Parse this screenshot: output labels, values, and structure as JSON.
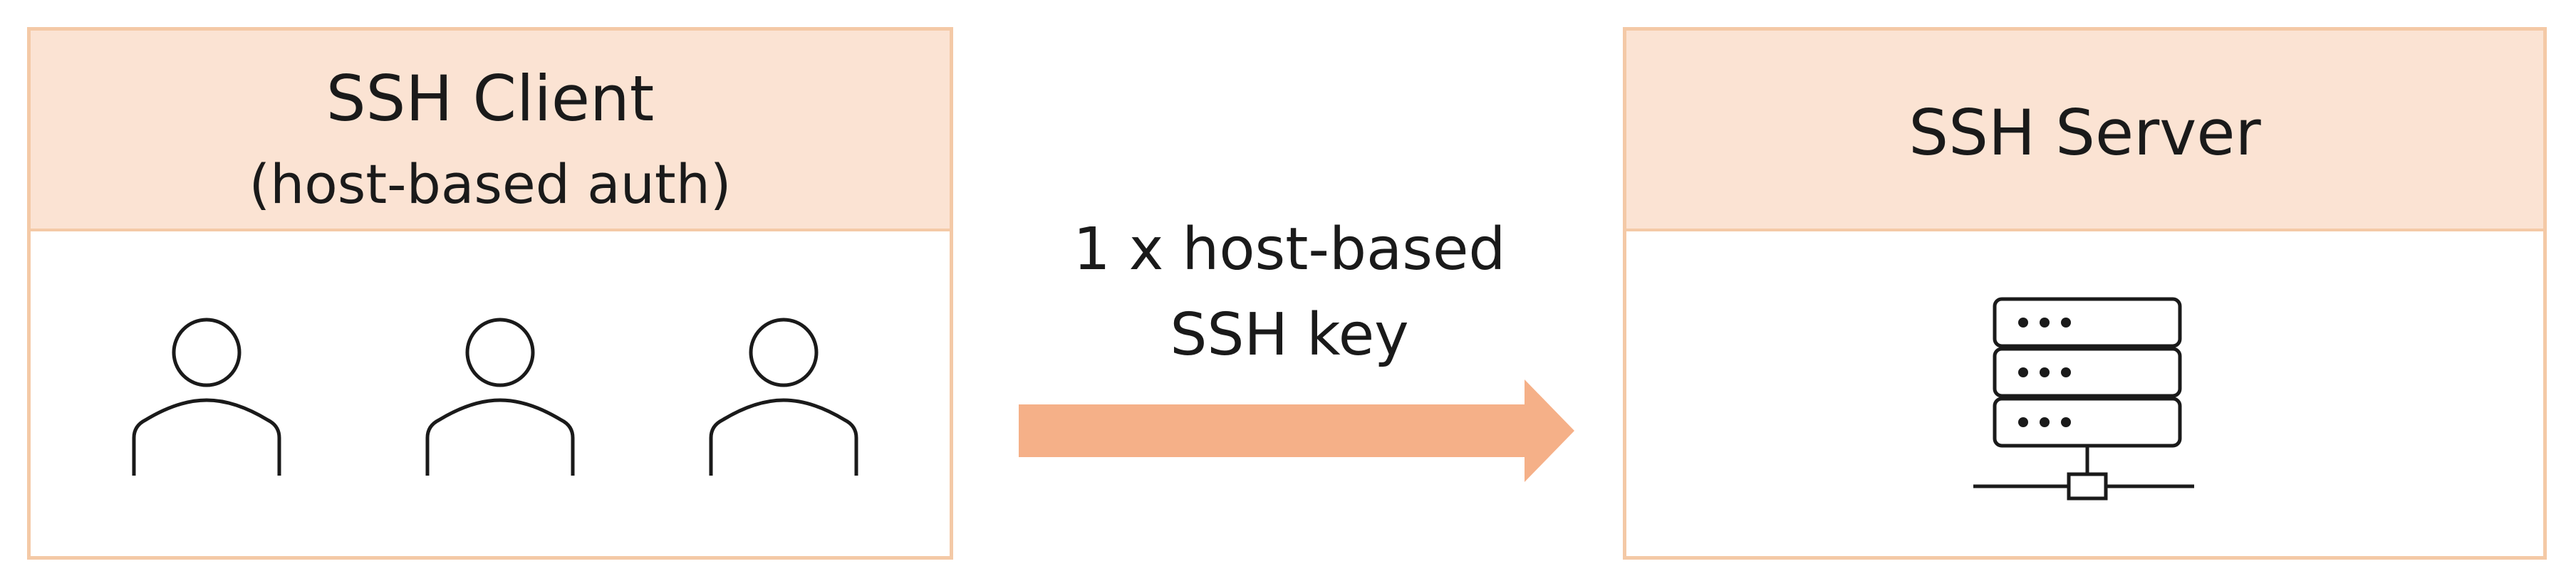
{
  "client": {
    "title": "SSH Client",
    "subtitle": "(host-based auth)",
    "user_icons": [
      "user-icon",
      "user-icon",
      "user-icon"
    ]
  },
  "server": {
    "title": "SSH Server",
    "icon": "server-icon"
  },
  "connection": {
    "label_line1": "1 x host-based",
    "label_line2": "SSH key",
    "arrow_color": "#f5b088",
    "direction": "right"
  },
  "colors": {
    "header_fill": "#fbe3d3",
    "border": "#f4c9a6",
    "body_fill": "#ffffff"
  }
}
